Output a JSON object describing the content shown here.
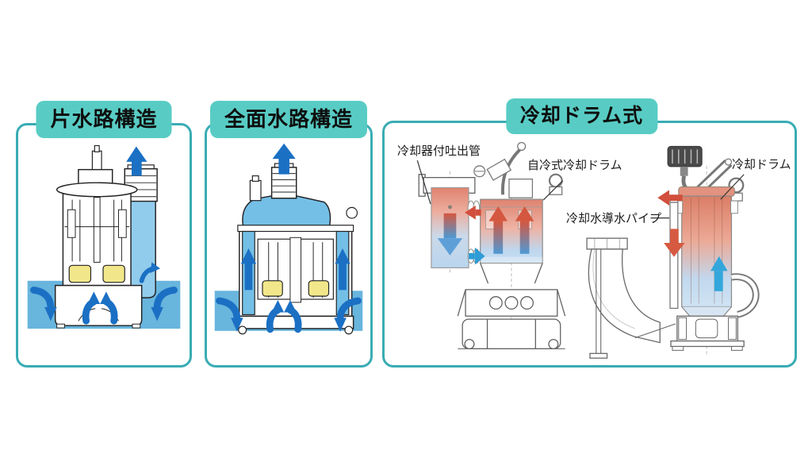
{
  "figure": {
    "panels": [
      {
        "id": "one_side_waterway",
        "title": "片水路構造"
      },
      {
        "id": "full_face_waterway",
        "title": "全面水路構造"
      },
      {
        "id": "cooling_drum_type",
        "title": "冷却ドラム式"
      }
    ],
    "annotations": {
      "cooler_discharge_pipe": "冷却器付吐出管",
      "self_cooling_drum": "自冷式冷却ドラム",
      "cooling_drum": "冷却ドラム",
      "cooling_water_pipe": "冷却水導水パイプ"
    },
    "colors": {
      "header_fill": "#58CCC4",
      "panel_border": "#39ACB4",
      "water_band": "#68B5DD",
      "water_light": "#92CCEC",
      "flow_arrow_blue": "#1B70C4",
      "arrow_cyan": "#33A7DB",
      "arrow_red": "#D14F3C",
      "hot_red": "#E0826E",
      "cold_blue": "#B9D5EE",
      "oil_yellow": "#F1E78A"
    }
  }
}
